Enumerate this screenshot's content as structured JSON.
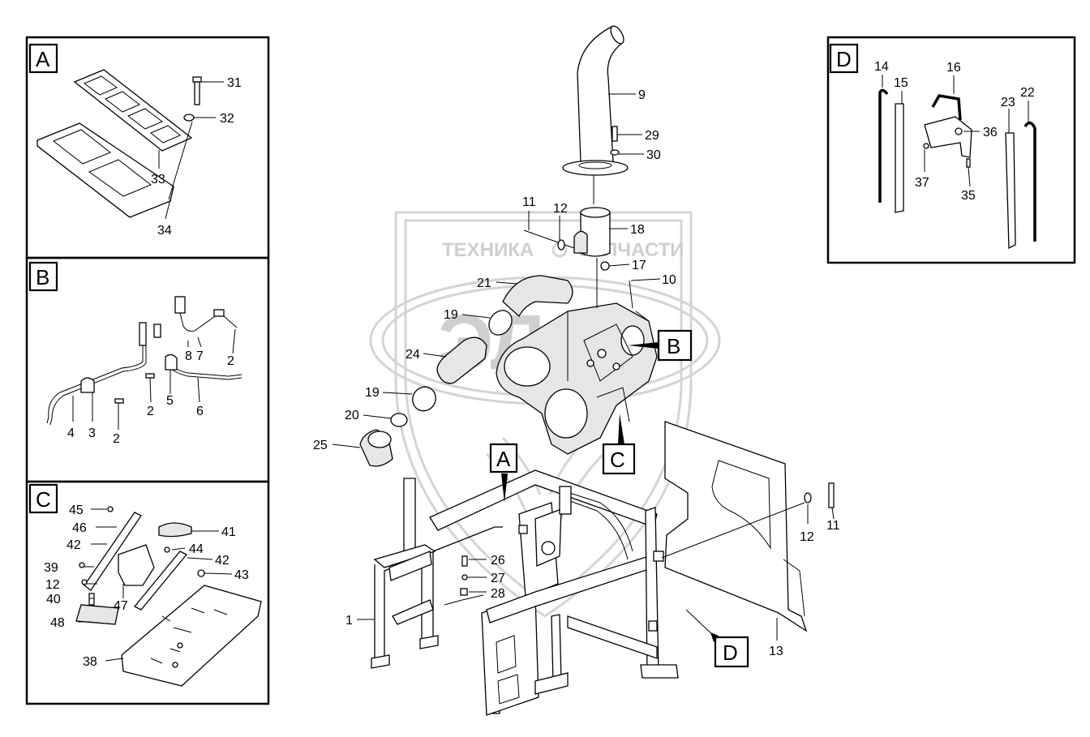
{
  "watermark": {
    "left_word": "ТЕХНИКА",
    "right_word": "ЗАПЧАСТИ",
    "monogram": "ЭЛФ"
  },
  "insets": [
    {
      "letter": "A",
      "labels": [
        "31",
        "32",
        "33",
        "34"
      ]
    },
    {
      "letter": "B",
      "labels": [
        "8",
        "7",
        "2",
        "2",
        "5",
        "6",
        "4",
        "3",
        "2"
      ]
    },
    {
      "letter": "C",
      "labels": [
        "45",
        "46",
        "41",
        "42",
        "44",
        "42",
        "43",
        "39",
        "12",
        "47",
        "40",
        "48",
        "38"
      ]
    },
    {
      "letter": "D",
      "labels": [
        "14",
        "16",
        "15",
        "22",
        "23",
        "36",
        "37",
        "35"
      ]
    }
  ],
  "main_flags": [
    "A",
    "B",
    "C",
    "D"
  ],
  "main_labels": [
    "9",
    "29",
    "30",
    "11",
    "12",
    "18",
    "17",
    "21",
    "10",
    "19",
    "24",
    "19",
    "20",
    "25",
    "26",
    "27",
    "28",
    "1",
    "12",
    "11",
    "13"
  ]
}
